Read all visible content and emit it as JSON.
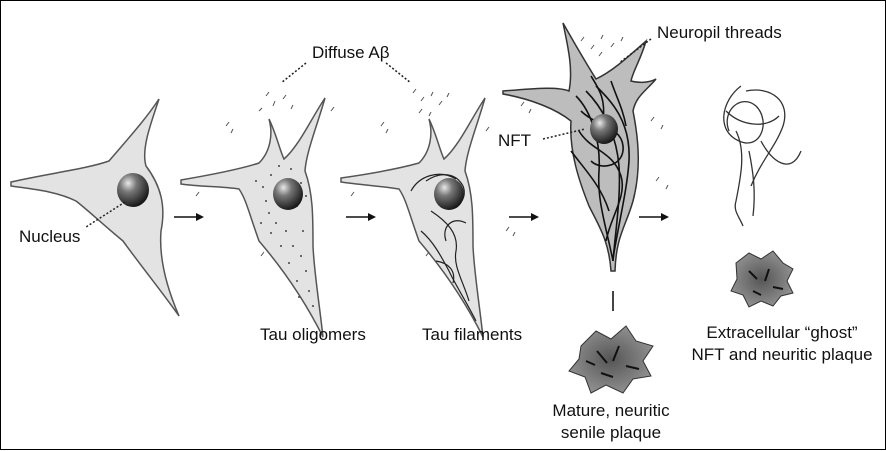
{
  "labels": {
    "nucleus": "Nucleus",
    "diffuse_abeta": "Diffuse Aβ",
    "neuropil_threads": "Neuropil threads",
    "nft": "NFT",
    "tau_oligomers": "Tau oligomers",
    "tau_filaments": "Tau filaments",
    "ghost_line1": "Extracellular  “ghost”",
    "ghost_line2": "NFT and neuritic plaque",
    "plaque_line1": "Mature, neuritic",
    "plaque_line2": "senile plaque"
  },
  "stages": [
    {
      "id": "normal-neuron"
    },
    {
      "id": "tau-oligomer-neuron"
    },
    {
      "id": "tau-filament-neuron"
    },
    {
      "id": "nft-neuron"
    },
    {
      "id": "ghost-tangle"
    }
  ],
  "colors": {
    "cell_fill": "#e3e3e3",
    "outline": "#555555",
    "tangle": "#1a1a1a",
    "plaque": "#7a7a7a"
  }
}
